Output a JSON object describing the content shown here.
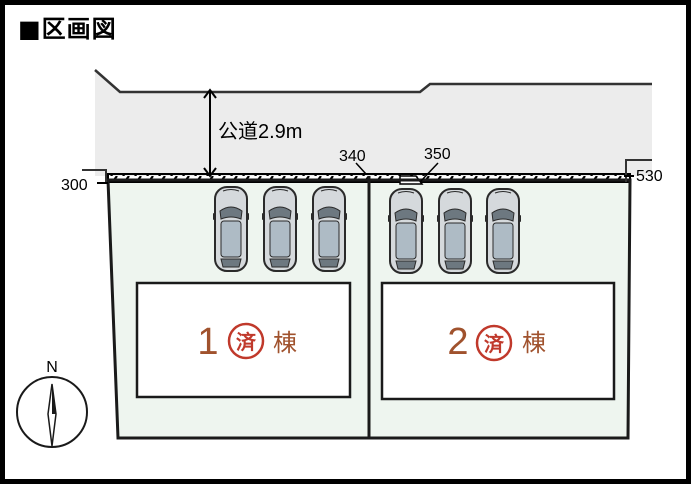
{
  "title": "■区画図",
  "road": {
    "label": "公道2.9m"
  },
  "elevations": [
    "300",
    "340",
    "350",
    "530"
  ],
  "lots": [
    {
      "number": "1",
      "badge": "済",
      "suffix": "棟"
    },
    {
      "number": "2",
      "badge": "済",
      "suffix": "棟"
    }
  ],
  "compass": {
    "label": "N"
  },
  "colors": {
    "lot_fill": "#eef5ef",
    "road_fill": "#ececec",
    "badge": "#c0392b",
    "lot_label": "#a0522d"
  }
}
